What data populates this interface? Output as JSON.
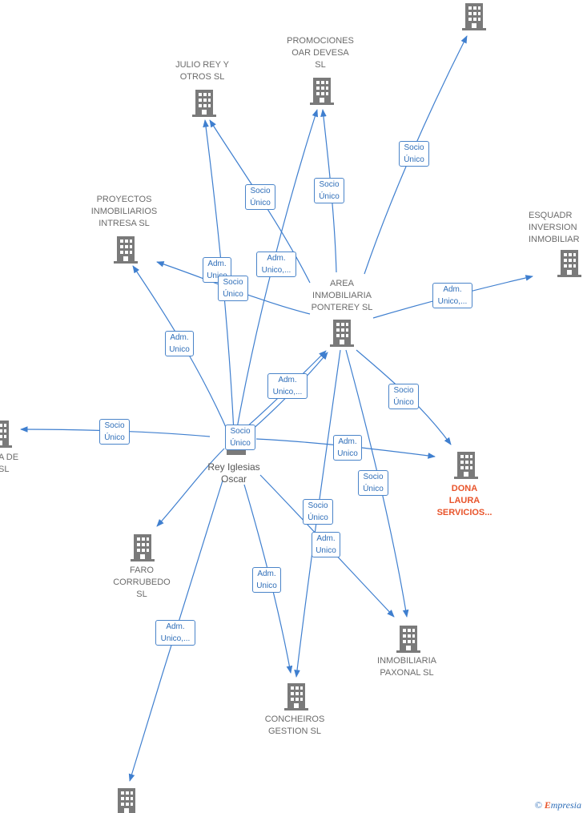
{
  "colors": {
    "edge": "#3f7fcf",
    "building": "#7a7a7a",
    "highlight": "#ef5a2a"
  },
  "nodes": {
    "promociones": "PROMOCIONES\nOAR DEVESA\nSL",
    "julio_rey": "JULIO REY Y\nOTROS  SL",
    "proyectos": "PROYECTOS\nINMOBILIARIOS\nINTRESA  SL",
    "esquadra": "ESQUADR\nINVERSION\nINMOBILIAR",
    "area": "AREA\nINMOBILIARIA\nPONTEREY  SL",
    "left_partial": "A DE\nSL",
    "dona_laura": "DONA\nLAURA\nSERVICIOS...",
    "faro": "FARO\nCORRUBEDO\nSL",
    "paxonal": "INMOBILIARIA\nPAXONAL SL",
    "concheiros": "CONCHEIROS\nGESTION  SL"
  },
  "person": {
    "name": "Rey Iglesias\nOscar"
  },
  "edge_labels": {
    "socio_unico": "Socio\nÚnico",
    "adm_unico": "Adm.\nUnico",
    "adm_unico_trunc": "Adm.\nUnico,..."
  },
  "watermark": {
    "symbol": "©",
    "brand_initial": "E",
    "brand_rest": "mpresia"
  }
}
